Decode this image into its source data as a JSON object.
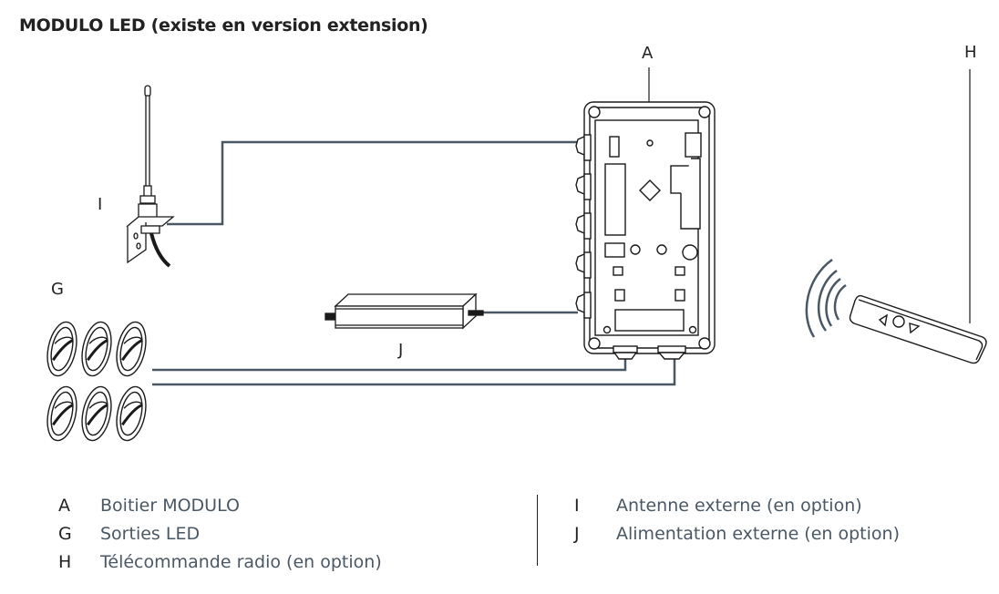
{
  "title": "MODULO LED (existe en version extension)",
  "colors": {
    "wire": "#4a5866",
    "outline": "#1a1a1a",
    "legend_text": "#4a5866"
  },
  "diagram": {
    "callouts": {
      "A": "A",
      "H": "H",
      "I": "I",
      "G": "G",
      "J": "J"
    },
    "components": [
      {
        "key": "A",
        "name": "boitier-modulo",
        "icon": "control-box-icon"
      },
      {
        "key": "G",
        "name": "sorties-led",
        "icon": "led-spot-icon",
        "count": 6
      },
      {
        "key": "H",
        "name": "telecommande-radio",
        "icon": "remote-control-icon"
      },
      {
        "key": "I",
        "name": "antenne-externe",
        "icon": "antenna-icon"
      },
      {
        "key": "J",
        "name": "alimentation-externe",
        "icon": "power-supply-icon"
      }
    ]
  },
  "legend": {
    "left": [
      {
        "key": "A",
        "text": "Boitier MODULO"
      },
      {
        "key": "G",
        "text": "Sorties LED"
      },
      {
        "key": "H",
        "text": "Télécommande radio (en option)"
      }
    ],
    "right": [
      {
        "key": "I",
        "text": "Antenne externe (en option)"
      },
      {
        "key": "J",
        "text": "Alimentation externe (en option)"
      }
    ]
  }
}
